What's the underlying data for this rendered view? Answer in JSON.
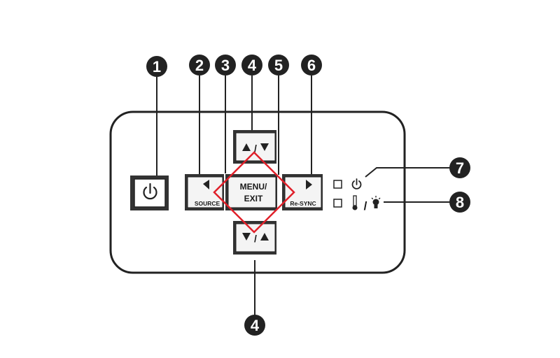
{
  "callouts": {
    "c1": "1",
    "c2": "2",
    "c3": "3",
    "c4": "4",
    "c5": "5",
    "c6": "6",
    "c7": "7",
    "c8": "8",
    "c4b": "4"
  },
  "buttons": {
    "menu_line1": "MENU/",
    "menu_line2": "EXIT",
    "source": "SOURCE",
    "resync": "Re-SYNC",
    "keystone_separator": "/"
  },
  "indicators": {
    "temp_lamp_separator": "/"
  },
  "colors": {
    "callout_fill": "#222222",
    "highlight": "#e0202a",
    "outline": "#222222"
  },
  "icons": {
    "power": "power-icon",
    "left": "triangle-left-icon",
    "right": "triangle-right-icon",
    "up_down": "triangle-up-down-icon",
    "down_up": "triangle-down-up-icon",
    "power_led": "power-led-icon",
    "temp_led": "thermometer-icon",
    "lamp_led": "lamp-icon"
  }
}
